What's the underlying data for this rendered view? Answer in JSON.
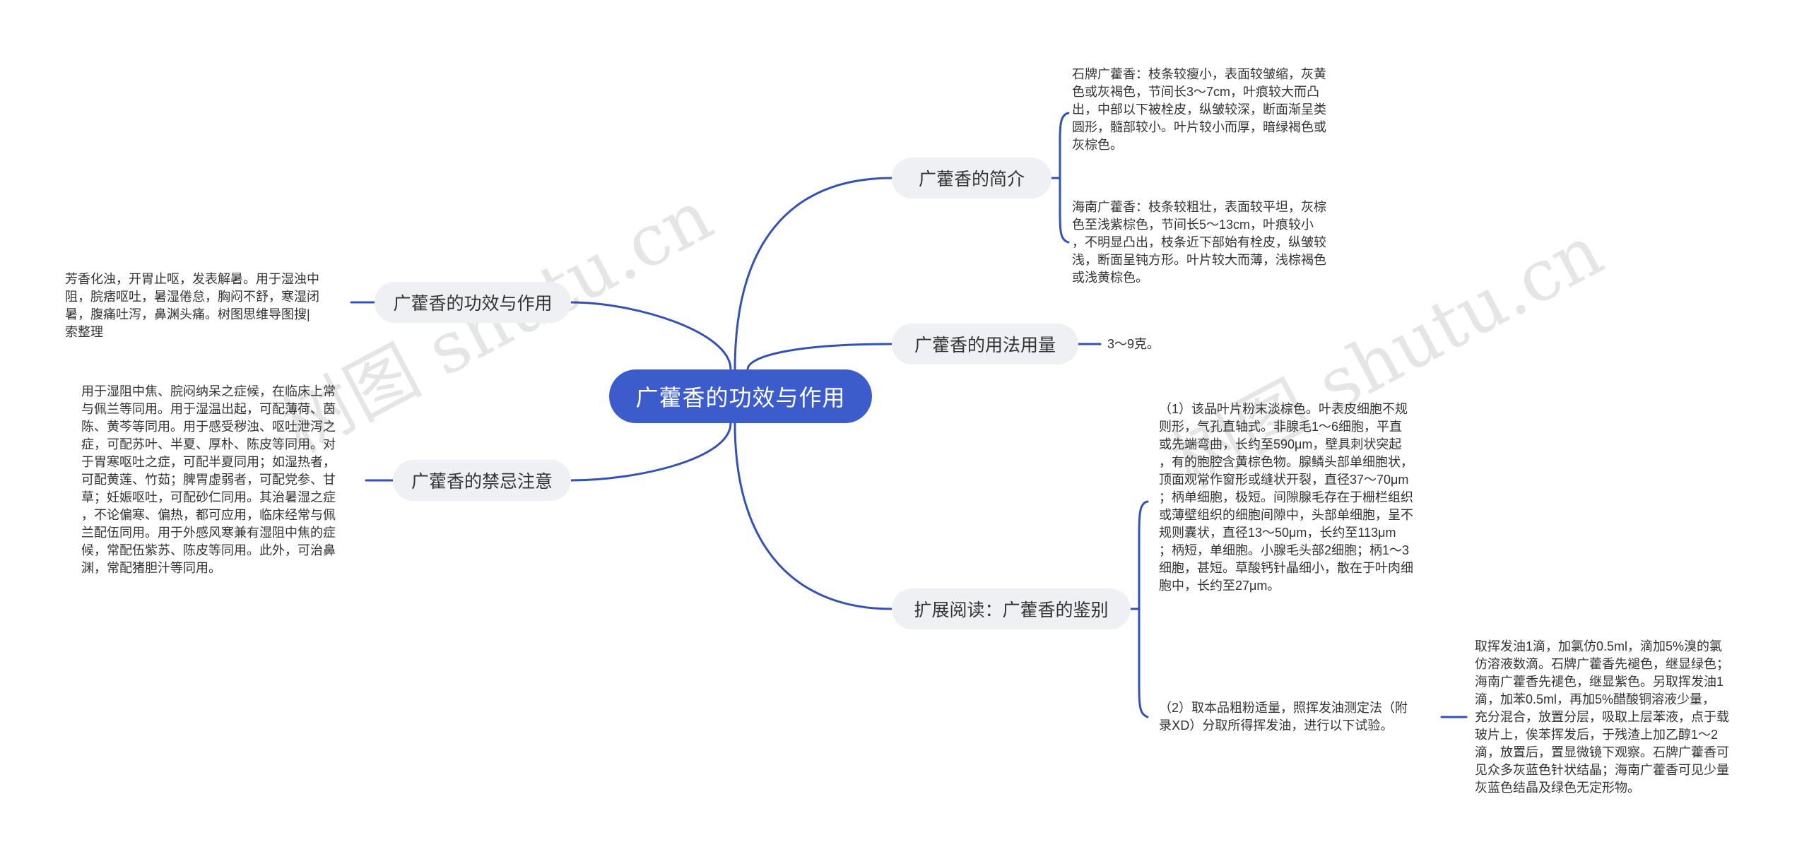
{
  "root": {
    "label": "广藿香的功效与作用"
  },
  "branches": {
    "intro": {
      "label": "广藿香的简介",
      "leaves": [
        "石牌广藿香：枝条较瘦小，表面较皱缩，灰黄\n色或灰褐色，节间长3～7cm，叶痕较大而凸\n出，中部以下被栓皮，纵皱较深，断面渐呈类\n圆形，髓部较小。叶片较小而厚，暗绿褐色或\n灰棕色。",
        "海南广藿香：枝条较粗壮，表面较平坦，灰棕\n色至浅紫棕色，节间长5～13cm，叶痕较小\n，不明显凸出，枝条近下部始有栓皮，纵皱较\n浅，断面呈钝方形。叶片较大而薄，浅棕褐色\n或浅黄棕色。"
      ]
    },
    "usage": {
      "label": "广藿香的用法用量",
      "leaves": [
        "3～9克。"
      ]
    },
    "identify": {
      "label": "扩展阅读：广藿香的鉴别",
      "leaves": [
        "（1）该品叶片粉末淡棕色。叶表皮细胞不规\n则形，气孔直轴式。非腺毛1～6细胞，平直\n或先端弯曲，长约至590μm，壁具刺状突起\n，有的胞腔含黄棕色物。腺鳞头部单细胞状，\n顶面观常作窗形或缝状开裂，直径37～70μm\n；柄单细胞，极短。间隙腺毛存在于栅栏组织\n或薄壁组织的细胞间隙中，头部单细胞，呈不\n规则囊状，直径13～50μm，长约至113μm\n；柄短，单细胞。小腺毛头部2细胞；柄1～3\n细胞，甚短。草酸钙针晶细小，散在于叶肉细\n胞中，长约至27μm。",
        "（2）取本品粗粉适量，照挥发油测定法（附\n录ⅩD）分取所得挥发油，进行以下试验。"
      ],
      "subleaf": "取挥发油1滴，加氯仿0.5ml，滴加5%溴的氯\n仿溶液数滴。石牌广藿香先褪色，继显绿色；\n海南广藿香先褪色，继显紫色。另取挥发油1\n滴，加苯0.5ml，再加5%醋酸铜溶液少量，\n充分混合，放置分层，吸取上层苯液，点于载\n玻片上，俟苯挥发后，于残渣上加乙醇1～2\n滴，放置后，置显微镜下观察。石牌广藿香可\n见众多灰蓝色针状结晶；海南广藿香可见少量\n灰蓝色结晶及绿色无定形物。"
    },
    "effect": {
      "label": "广藿香的功效与作用",
      "leaves": [
        "芳香化浊，开胃止呕，发表解暑。用于湿浊中\n阻，脘痞呕吐，暑湿倦怠，胸闷不舒，寒湿闭\n暑，腹痛吐泻，鼻渊头痛。树图思维导图搜|\n索整理"
      ]
    },
    "taboo": {
      "label": "广藿香的禁忌注意",
      "leaves": [
        "用于湿阻中焦、脘闷纳呆之症候，在临床上常\n与佩兰等同用。用于湿温出起，可配薄荷、茵\n陈、黄芩等同用。用于感受秽浊、呕吐泄泻之\n症，可配苏叶、半夏、厚朴、陈皮等同用。对\n于胃寒呕吐之症，可配半夏同用；如湿热者，\n可配黄莲、竹茹；脾胃虚弱者，可配党参、甘\n草；妊娠呕吐，可配砂仁同用。其治暑湿之症\n，不论偏寒、偏热，都可应用，临床经常与佩\n兰配伍同用。用于外感风寒兼有湿阻中焦的症\n候，常配伍紫苏、陈皮等同用。此外，可治鼻\n渊，常配猪胆汁等同用。"
      ]
    }
  },
  "watermarks": [
    "树图 shutu.cn",
    "树图 shutu.cn"
  ],
  "colors": {
    "root": "#3d5ccc",
    "branch_bg": "#eef0f4",
    "line": "#3452b4"
  }
}
